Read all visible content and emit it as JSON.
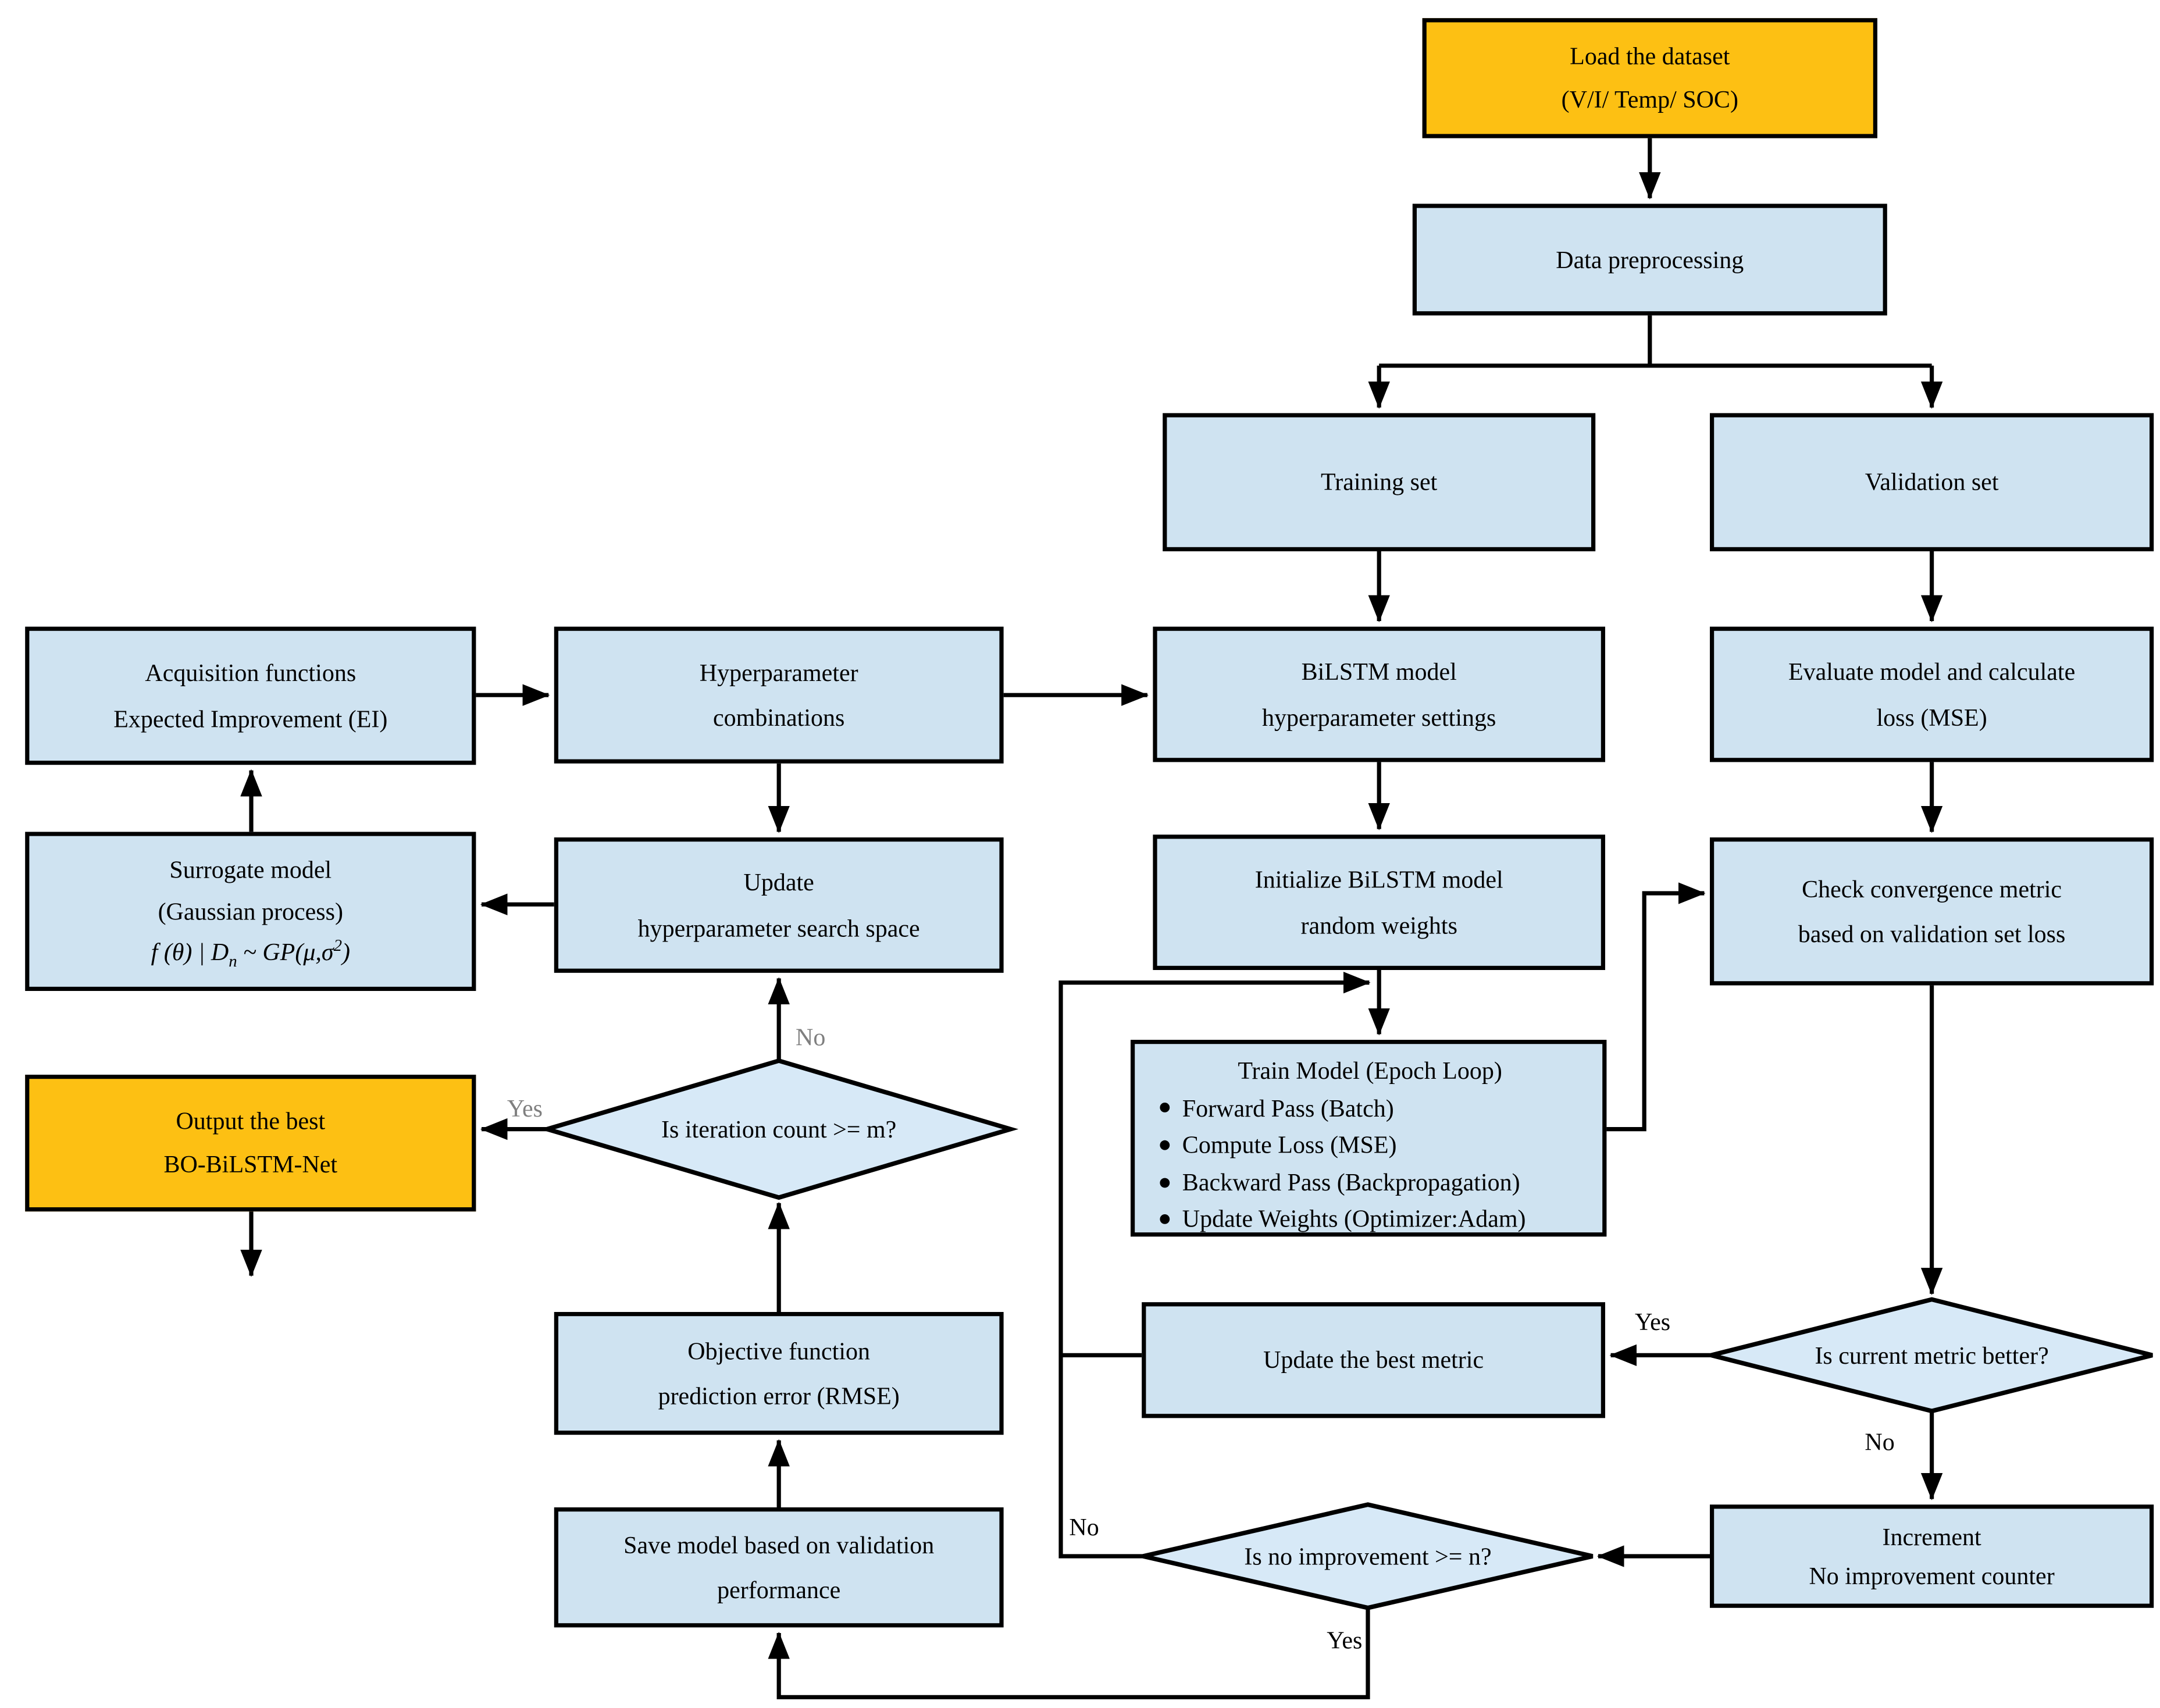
{
  "diagram": {
    "colors": {
      "process_fill": "#CFE3F1",
      "decision_fill": "#D7E9F7",
      "terminal_fill": "#FDC013",
      "border": "#000000",
      "line": "#000000",
      "gray_label": "#7F7F7F"
    },
    "nodes": {
      "load": {
        "line1": "Load the dataset",
        "line2": "(V/I/ Temp/ SOC)"
      },
      "preprocess": {
        "label": "Data preprocessing"
      },
      "training": {
        "label": "Training set"
      },
      "validation": {
        "label": "Validation set"
      },
      "acquisition": {
        "line1": "Acquisition functions",
        "line2": "Expected Improvement (EI)"
      },
      "hyper_comb": {
        "line1": "Hyperparameter",
        "line2": "combinations"
      },
      "bilstm_settings": {
        "line1": "BiLSTM model",
        "line2": "hyperparameter settings"
      },
      "evaluate": {
        "line1": "Evaluate model and calculate",
        "line2": "loss (MSE)"
      },
      "surrogate": {
        "line1": "Surrogate model",
        "line2": "(Gaussian process)",
        "formula": {
          "f1": "f (θ) | D",
          "sub": "n",
          "f2": " ~ GP(μ,σ",
          "sup": "2",
          "f3": ")"
        }
      },
      "update_space": {
        "line1": "Update",
        "line2": "hyperparameter search space"
      },
      "init_weights": {
        "line1": "Initialize BiLSTM model",
        "line2": "random weights"
      },
      "check_conv": {
        "line1": "Check convergence metric",
        "line2": "based on validation set loss"
      },
      "output": {
        "line1": "Output the best",
        "line2": "BO-BiLSTM-Net"
      },
      "iter_decision": {
        "label": "Is iteration count >= m?"
      },
      "train_model": {
        "title": "Train Model (Epoch Loop)",
        "bullets": [
          "Forward Pass (Batch)",
          "Compute Loss (MSE)",
          "Backward Pass (Backpropagation)",
          "Update Weights (Optimizer:Adam)"
        ]
      },
      "objective": {
        "line1": "Objective function",
        "line2": "prediction error (RMSE)"
      },
      "update_metric": {
        "label": "Update the best metric"
      },
      "metric_decision": {
        "label": "Is current metric better?"
      },
      "save_model": {
        "line1": "Save model based on validation",
        "line2": "performance"
      },
      "noimp_decision": {
        "label": "Is no improvement >= n?"
      },
      "increment": {
        "line1": "Increment",
        "line2": "No improvement counter"
      }
    },
    "edge_labels": {
      "iter_yes": "Yes",
      "iter_no": "No",
      "metric_yes": "Yes",
      "metric_no": "No",
      "noimp_no": "No",
      "noimp_yes": "Yes"
    }
  }
}
